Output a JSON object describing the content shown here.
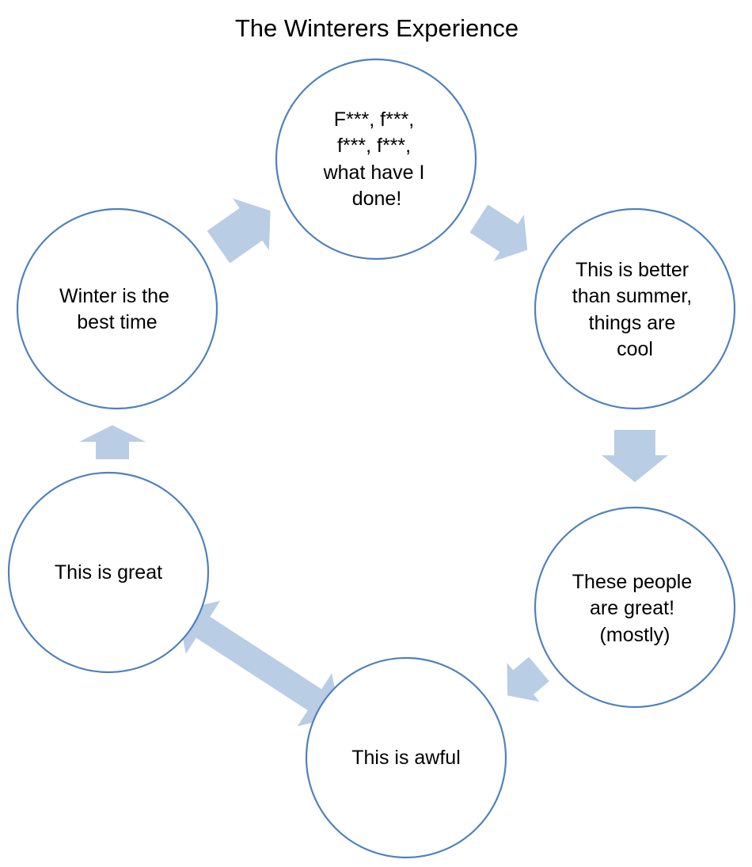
{
  "title": "The Winterers Experience",
  "colors": {
    "circle_stroke": "#4f81bd",
    "arrow_fill": "#b9cde5",
    "text": "#000000",
    "background": "#ffffff"
  },
  "nodes": [
    {
      "id": "node-1",
      "lines": [
        "F***, f***,",
        "f***, f***,",
        "what have I",
        "done!"
      ]
    },
    {
      "id": "node-2",
      "lines": [
        "This is better",
        "than summer,",
        "things are",
        "cool"
      ]
    },
    {
      "id": "node-3",
      "lines": [
        "These people",
        "are great!",
        "(mostly)"
      ]
    },
    {
      "id": "node-4",
      "lines": [
        "This is awful"
      ]
    },
    {
      "id": "node-5",
      "lines": [
        "This is great"
      ]
    },
    {
      "id": "node-6",
      "lines": [
        "Winter is the",
        "best time"
      ]
    }
  ],
  "edges": [
    {
      "from": "node-1",
      "to": "node-2",
      "direction": "forward"
    },
    {
      "from": "node-2",
      "to": "node-3",
      "direction": "forward"
    },
    {
      "from": "node-3",
      "to": "node-4",
      "direction": "forward"
    },
    {
      "from": "node-4",
      "to": "node-5",
      "direction": "both"
    },
    {
      "from": "node-5",
      "to": "node-6",
      "direction": "forward"
    },
    {
      "from": "node-6",
      "to": "node-1",
      "direction": "forward"
    }
  ]
}
